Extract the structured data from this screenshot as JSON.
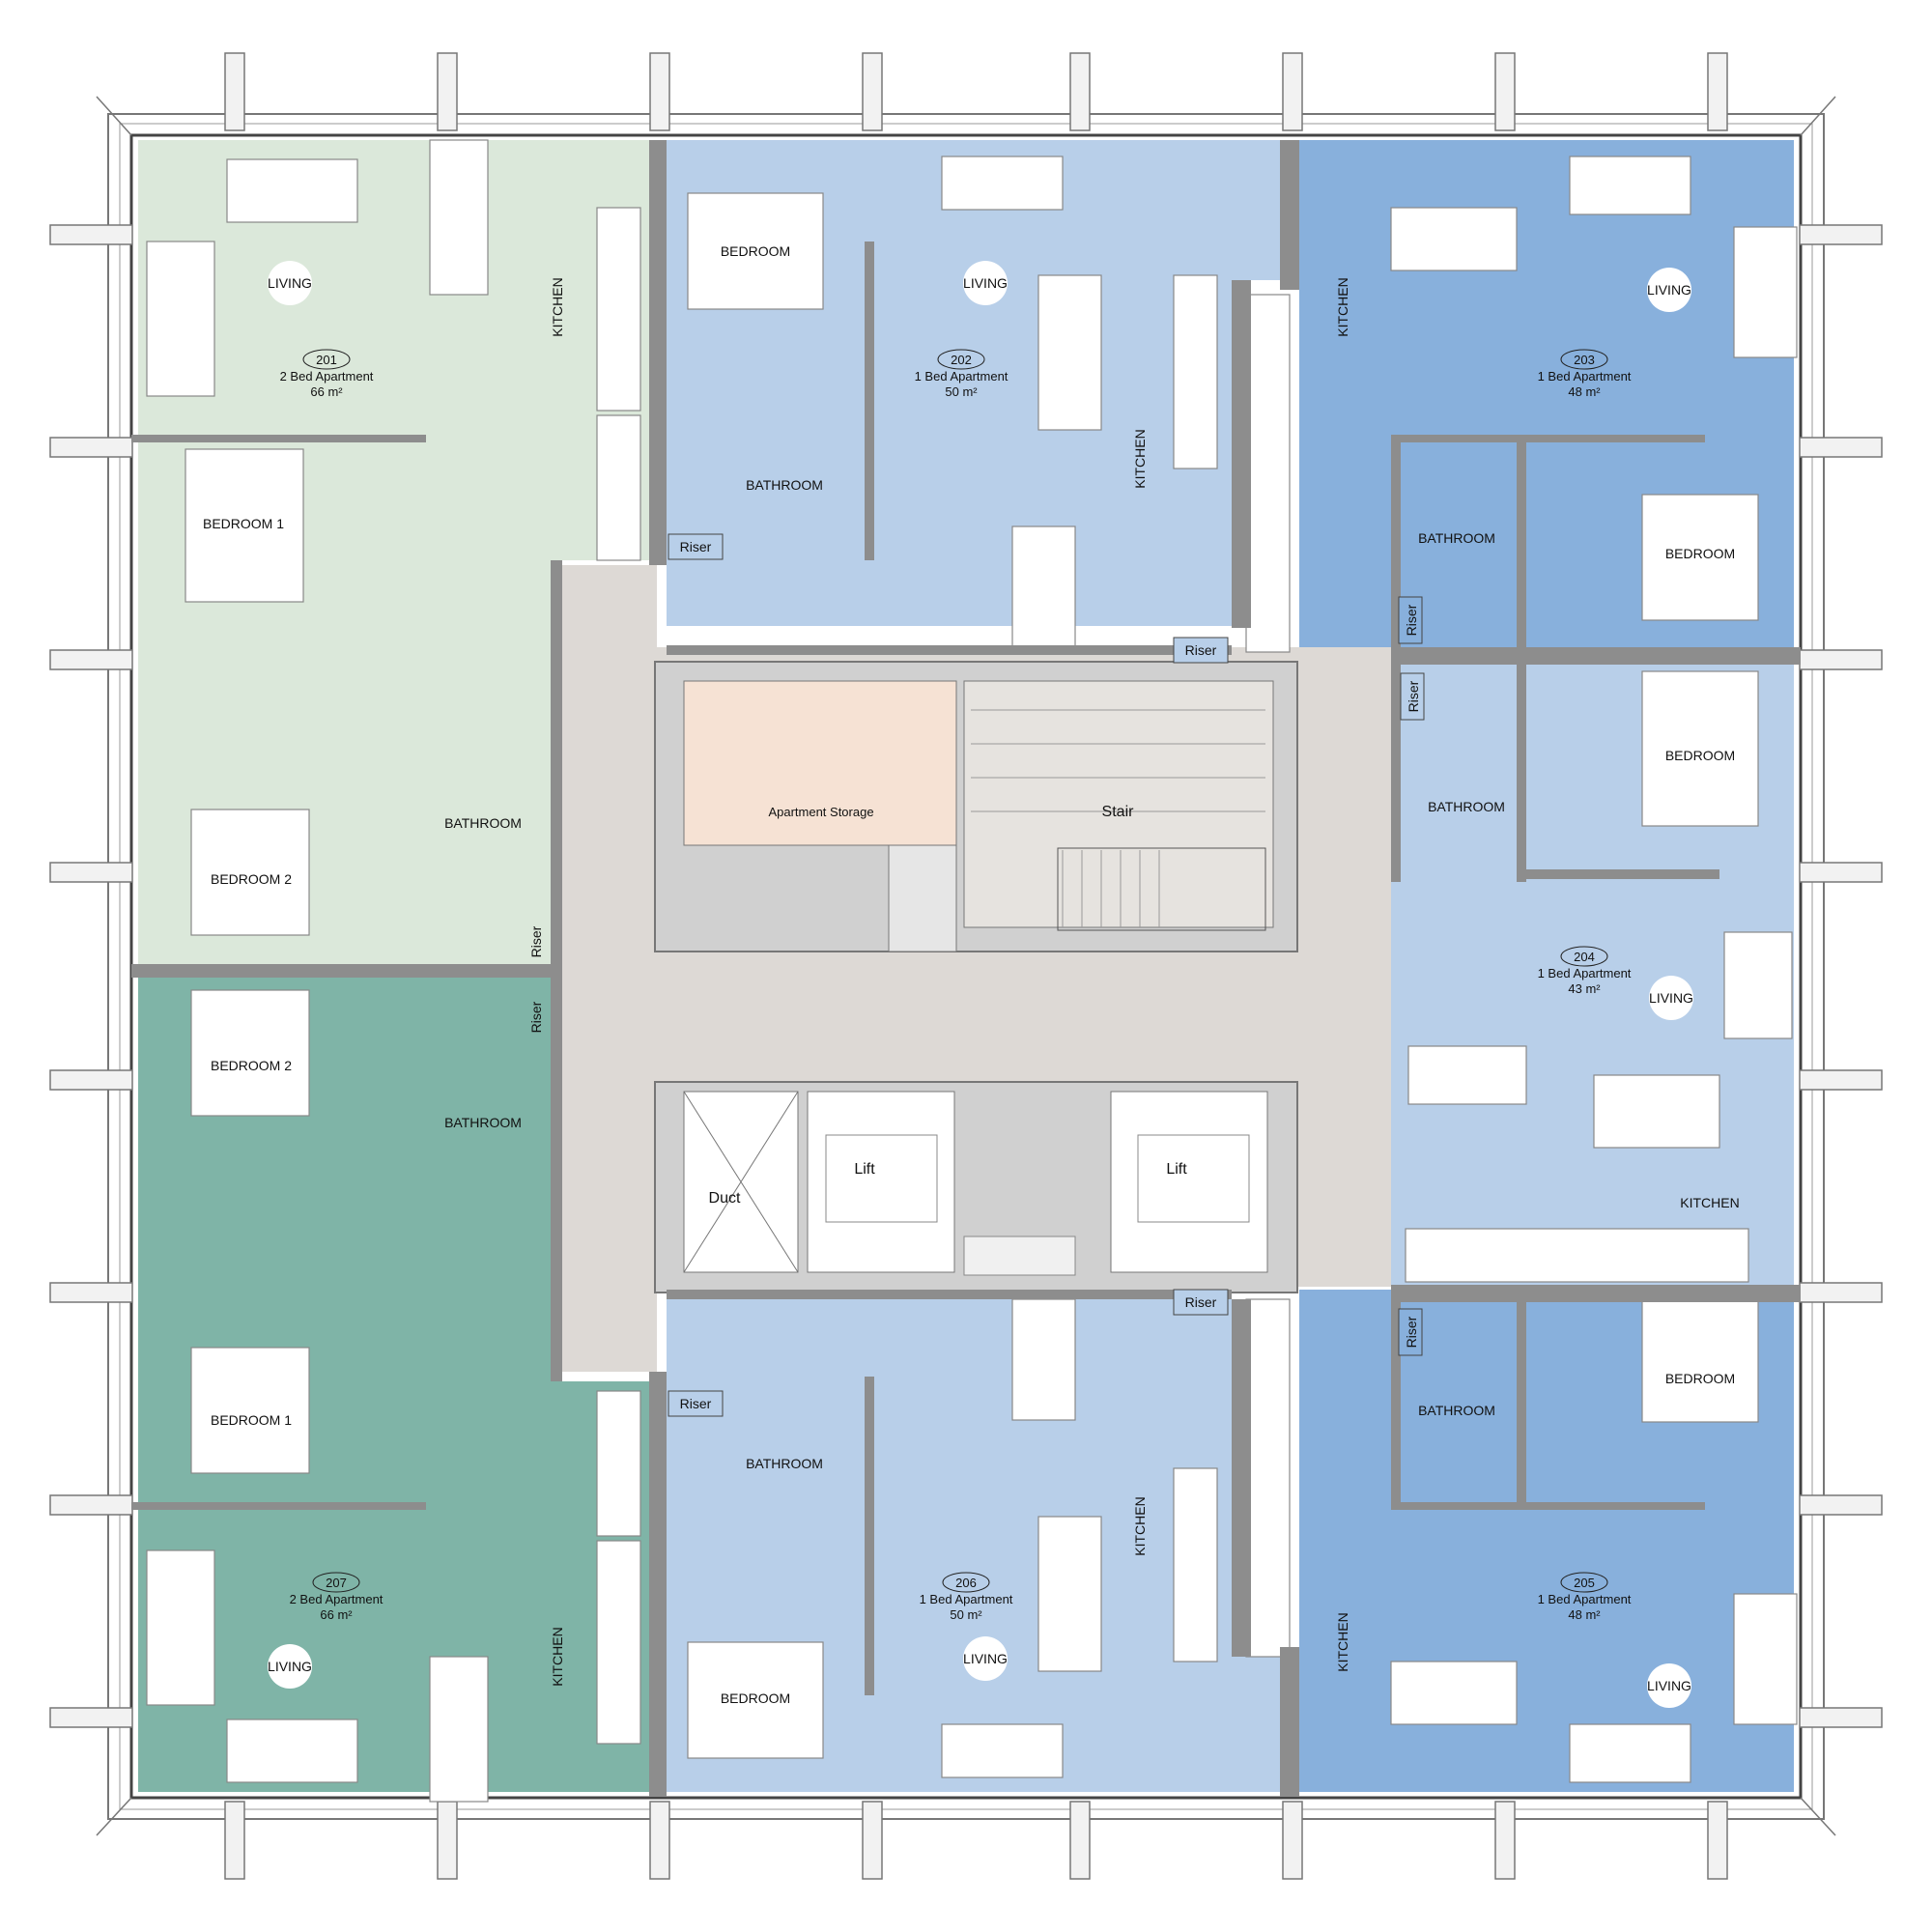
{
  "colors": {
    "green_light": "#dbe8da",
    "green_dark": "#7fb4a7",
    "blue_light": "#b8cfe9",
    "blue_mid": "#88b0dc",
    "corridor": "#ddd9d5",
    "storage": "#f6e2d4",
    "wall": "#8d8d8d",
    "fixture": "#ffffff"
  },
  "apartments": [
    {
      "id": "apt-201",
      "number": "201",
      "type": "2 Bed Apartment",
      "area": "66 m²"
    },
    {
      "id": "apt-202",
      "number": "202",
      "type": "1 Bed Apartment",
      "area": "50 m²"
    },
    {
      "id": "apt-203",
      "number": "203",
      "type": "1 Bed Apartment",
      "area": "48 m²"
    },
    {
      "id": "apt-204",
      "number": "204",
      "type": "1 Bed Apartment",
      "area": "43 m²"
    },
    {
      "id": "apt-205",
      "number": "205",
      "type": "1 Bed Apartment",
      "area": "48 m²"
    },
    {
      "id": "apt-206",
      "number": "206",
      "type": "1 Bed Apartment",
      "area": "50 m²"
    },
    {
      "id": "apt-207",
      "number": "207",
      "type": "2 Bed Apartment",
      "area": "66 m²"
    }
  ],
  "labels": {
    "living": "LIVING",
    "kitchen": "KITCHEN",
    "bedroom": "BEDROOM",
    "bedroom1": "BEDROOM 1",
    "bedroom2": "BEDROOM 2",
    "bathroom": "BATHROOM",
    "riser": "Riser",
    "storage": "Apartment Storage",
    "stair": "Stair",
    "lift": "Lift",
    "duct": "Duct"
  }
}
